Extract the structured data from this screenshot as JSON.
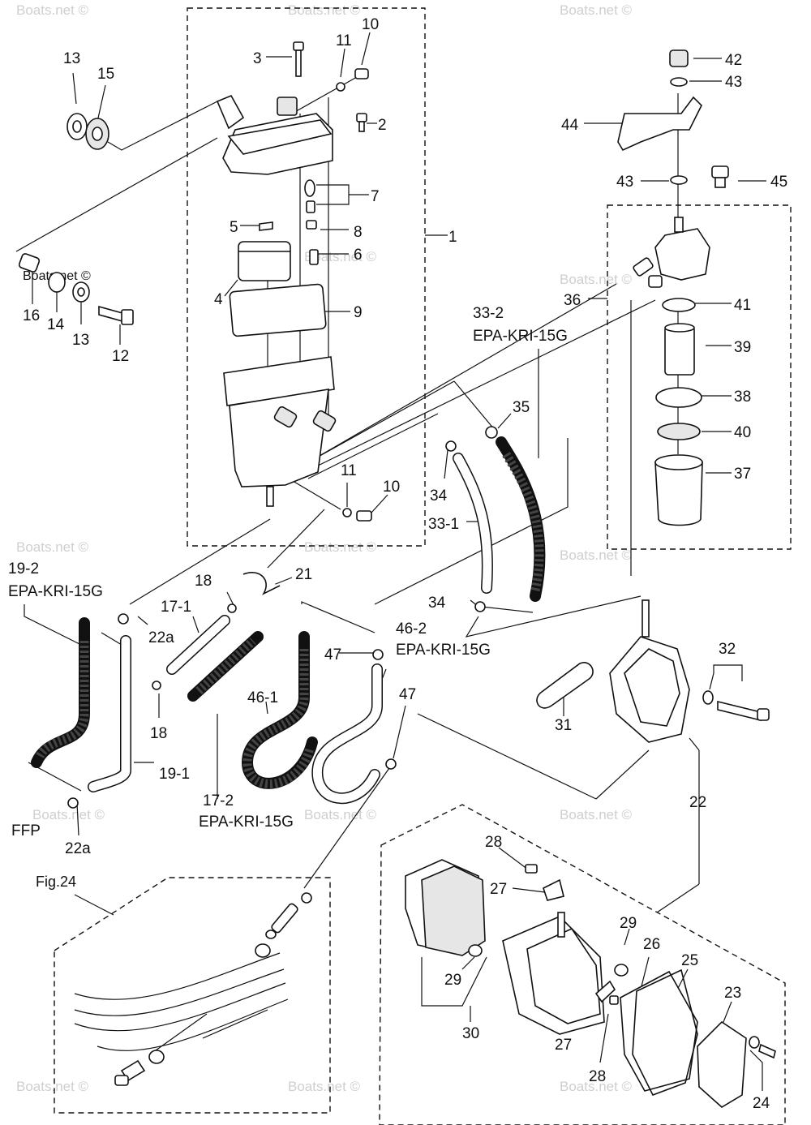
{
  "watermark": "Boats.net ©",
  "fig_ref": "Fig.24",
  "callouts": {
    "c1": "1",
    "c2": "2",
    "c3": "3",
    "c4": "4",
    "c5": "5",
    "c6": "6",
    "c7": "7",
    "c8": "8",
    "c9": "9",
    "c10a": "10",
    "c10b": "10",
    "c11a": "11",
    "c11b": "11",
    "c12": "12",
    "c13a": "13",
    "c13b": "13",
    "c14": "14",
    "c15": "15",
    "c16": "16",
    "c17_1": "17-1",
    "c17_2": "17-2",
    "c17_2_spec": "EPA-KRI-15G",
    "c18a": "18",
    "c18b": "18",
    "c19_1": "19-1",
    "c19_2": "19-2",
    "c19_2_spec": "EPA-KRI-15G",
    "c21": "21",
    "c22": "22",
    "c22a_a": "22a",
    "c22a_b": "22a",
    "c23": "23",
    "c24": "24",
    "c25": "25",
    "c26": "26",
    "c27a": "27",
    "c27b": "27",
    "c28a": "28",
    "c28b": "28",
    "c29a": "29",
    "c29b": "29",
    "c30": "30",
    "c31": "31",
    "c32": "32",
    "c33_1": "33-1",
    "c33_2": "33-2",
    "c33_2_spec": "EPA-KRI-15G",
    "c34a": "34",
    "c34b": "34",
    "c35": "35",
    "c36": "36",
    "c37": "37",
    "c38": "38",
    "c39": "39",
    "c40": "40",
    "c41": "41",
    "c42": "42",
    "c43a": "43",
    "c43b": "43",
    "c44": "44",
    "c45": "45",
    "c46_1": "46-1",
    "c46_2": "46-2",
    "c46_2_spec": "EPA-KRI-15G",
    "c47a": "47",
    "c47b": "47",
    "ffp": "FFP"
  }
}
